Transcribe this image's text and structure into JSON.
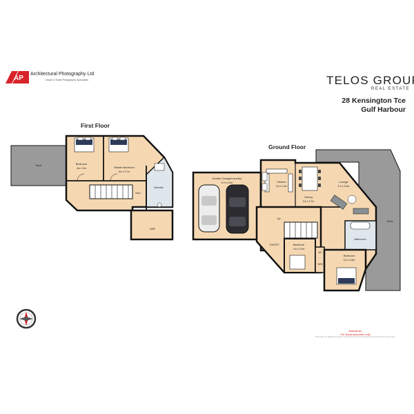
{
  "branding": {
    "photographer": "Architectural Photography Ltd",
    "photographer_tagline": "House & Trade Photography Specialists",
    "agency": "TELOS GROUP",
    "agency_sub": "REAL ESTATE",
    "logo_letters": "AP"
  },
  "address": {
    "line1": "28 Kensington Tce",
    "line2": "Gulf Harbour"
  },
  "floors": {
    "first": {
      "label": "First Floor",
      "rooms": {
        "deck": "Deck",
        "bedroom": "Bedroom",
        "bedroom_dim": "4m x 3m",
        "master": "Master Bedroom",
        "master_dim": "4m x 3.7m",
        "ensuite": "Ensuite",
        "den": "Den",
        "wir": "WIR"
      }
    },
    "ground": {
      "label": "Ground Floor",
      "rooms": {
        "garage": "Double Garage/Laundry",
        "garage_dim": "6.9 x 5.9m",
        "kitchen": "Kitchen",
        "kitchen_dim": "3.8 x 2.9m",
        "dining": "Dining",
        "dining_dim": "3.6 x 3.7m",
        "lounge": "Lounge",
        "lounge_dim": "5.3 x 4.5m",
        "deck": "Deck",
        "up": "Up",
        "entry": "ENTRY",
        "bedroom1": "Bedroom",
        "bedroom1_dim": "2.8 x 2.9m",
        "bathroom": "Bathroom",
        "wc": "WC",
        "wiw": "WIW",
        "bedroom2": "Bedroom",
        "bedroom2_dim": "3.5 x 3.8m"
      }
    }
  },
  "disclaimer": {
    "title": "Disclaimer",
    "line1": "For visual purposes only",
    "line2": "Floor plan is for illustrative purposes only. Measurements are approximate and should not be relied upon."
  },
  "colors": {
    "floor": "#f5d8b2",
    "wall": "#111111",
    "deck": "#9a9a9a",
    "tile": "#dfe6ec",
    "stair": "#ffffff",
    "accent_red": "#d8232a",
    "car_dark": "#2b2b30",
    "car_light": "#ededed"
  }
}
